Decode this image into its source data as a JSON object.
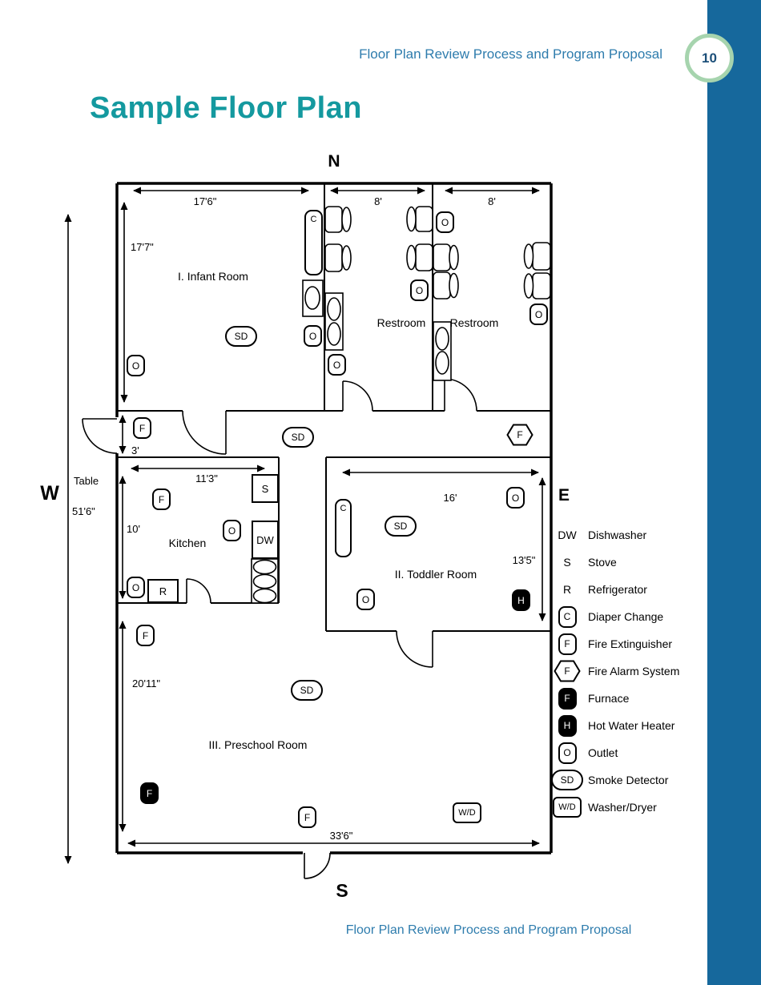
{
  "page": {
    "header_title": "Floor Plan Review Process and Program Proposal",
    "page_number": "10",
    "title": "Sample Floor Plan",
    "footer": "Floor Plan Review Process and Program Proposal"
  },
  "compass": {
    "n": "N",
    "s": "S",
    "e": "E",
    "w": "W"
  },
  "rooms": {
    "infant": "I. Infant Room",
    "restroom1": "Restroom",
    "restroom2": "Restroom",
    "kitchen": "Kitchen",
    "toddler": "II. Toddler Room",
    "preschool": "III. Preschool Room"
  },
  "dimensions": {
    "top_left": "17'6\"",
    "top_mid": "8'",
    "top_right": "8'",
    "infant_height": "17'7\"",
    "hall_height": "3'",
    "kitchen_width": "11'3\"",
    "kitchen_height": "10'",
    "toddler_width": "16'",
    "toddler_height": "13'5\"",
    "preschool_height": "20'11\"",
    "building_width": "33'6\"",
    "building_height": "51'6\"",
    "table_label": "Table"
  },
  "sym": {
    "C": "C",
    "F": "F",
    "O": "O",
    "SD": "SD",
    "H": "H",
    "WD": "W/D",
    "S": "S",
    "DW": "DW",
    "R": "R"
  },
  "legend": {
    "items": [
      {
        "key": "DW",
        "label": "Dishwasher"
      },
      {
        "key": "S",
        "label": "Stove"
      },
      {
        "key": "R",
        "label": "Refrigerator"
      },
      {
        "key": "C",
        "label": "Diaper Change"
      },
      {
        "key": "F",
        "label": "Fire Extinguisher"
      },
      {
        "key": "F",
        "label": "Fire Alarm System"
      },
      {
        "key": "F",
        "label": "Furnace"
      },
      {
        "key": "H",
        "label": "Hot Water Heater"
      },
      {
        "key": "O",
        "label": "Outlet"
      },
      {
        "key": "SD",
        "label": "Smoke Detector"
      },
      {
        "key": "W/D",
        "label": "Washer/Dryer"
      }
    ]
  },
  "colors": {
    "sidebar": "#16689c",
    "heading": "#2e7cad",
    "title": "#14999f",
    "badge_border": "#a6d4ae",
    "badge_text": "#1c4f79"
  }
}
